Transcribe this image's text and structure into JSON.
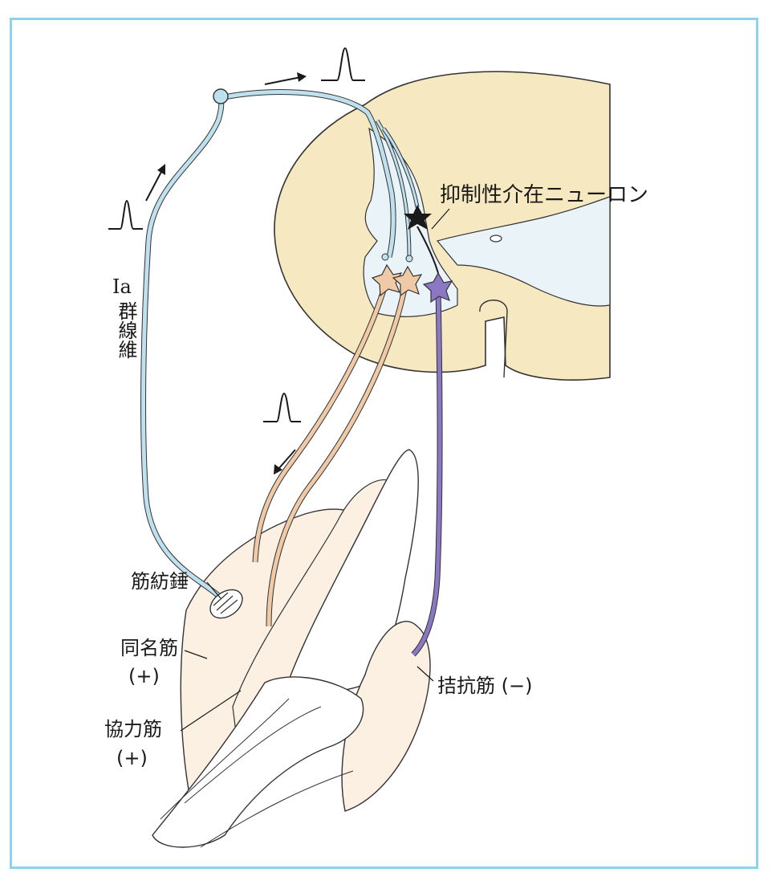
{
  "labels": {
    "inhibitory_interneuron": "抑制性介在ニューロン",
    "ia_prefix": "Ia",
    "ia_fiber": "群線維",
    "muscle_spindle": "筋紡錘",
    "homonymous_muscle": "同名筋",
    "homonymous_sign": "(+)",
    "synergist_muscle": "協力筋",
    "synergist_sign": "(+)",
    "antagonist_muscle": "拮抗筋 (−)"
  },
  "colors": {
    "frame_border": "#8fd2ee",
    "gray_matter": "#f6e8c0",
    "white_matter": "#e9f3f8",
    "ia_fiber": "#bfe0ee",
    "excitatory_motor_fiber": "#f0c9a6",
    "antagonist_motor_fiber": "#8a78c4",
    "muscle_fill": "#fbf0e2",
    "outline": "#333333"
  },
  "icons": [
    "arrow-icon",
    "action-potential-icon",
    "star-neuron-icon"
  ]
}
